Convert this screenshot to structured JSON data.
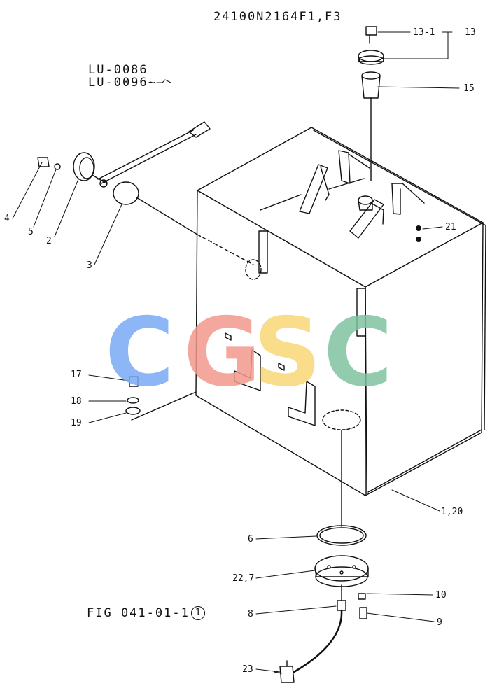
{
  "header": {
    "code": "24100N2164F1,F3"
  },
  "model_range": {
    "line1": "LU-0086",
    "line2": "LU-0096~"
  },
  "figure": {
    "label": "FIG 041-01-1",
    "circled": "1"
  },
  "watermark": {
    "text": "CGSC",
    "colors": [
      "#7aaaf5",
      "#f3988d",
      "#f9d877",
      "#7fc3a0"
    ]
  },
  "callouts": {
    "c13_1": "13-1",
    "c13": "13",
    "c15": "15",
    "c21": "21",
    "c4": "4",
    "c5": "5",
    "c2": "2",
    "c3": "3",
    "c17": "17",
    "c18": "18",
    "c19": "19",
    "c1_20": "1,20",
    "c6": "6",
    "c22_7": "22,7",
    "c10": "10",
    "c8": "8",
    "c9": "9",
    "c23": "23"
  }
}
